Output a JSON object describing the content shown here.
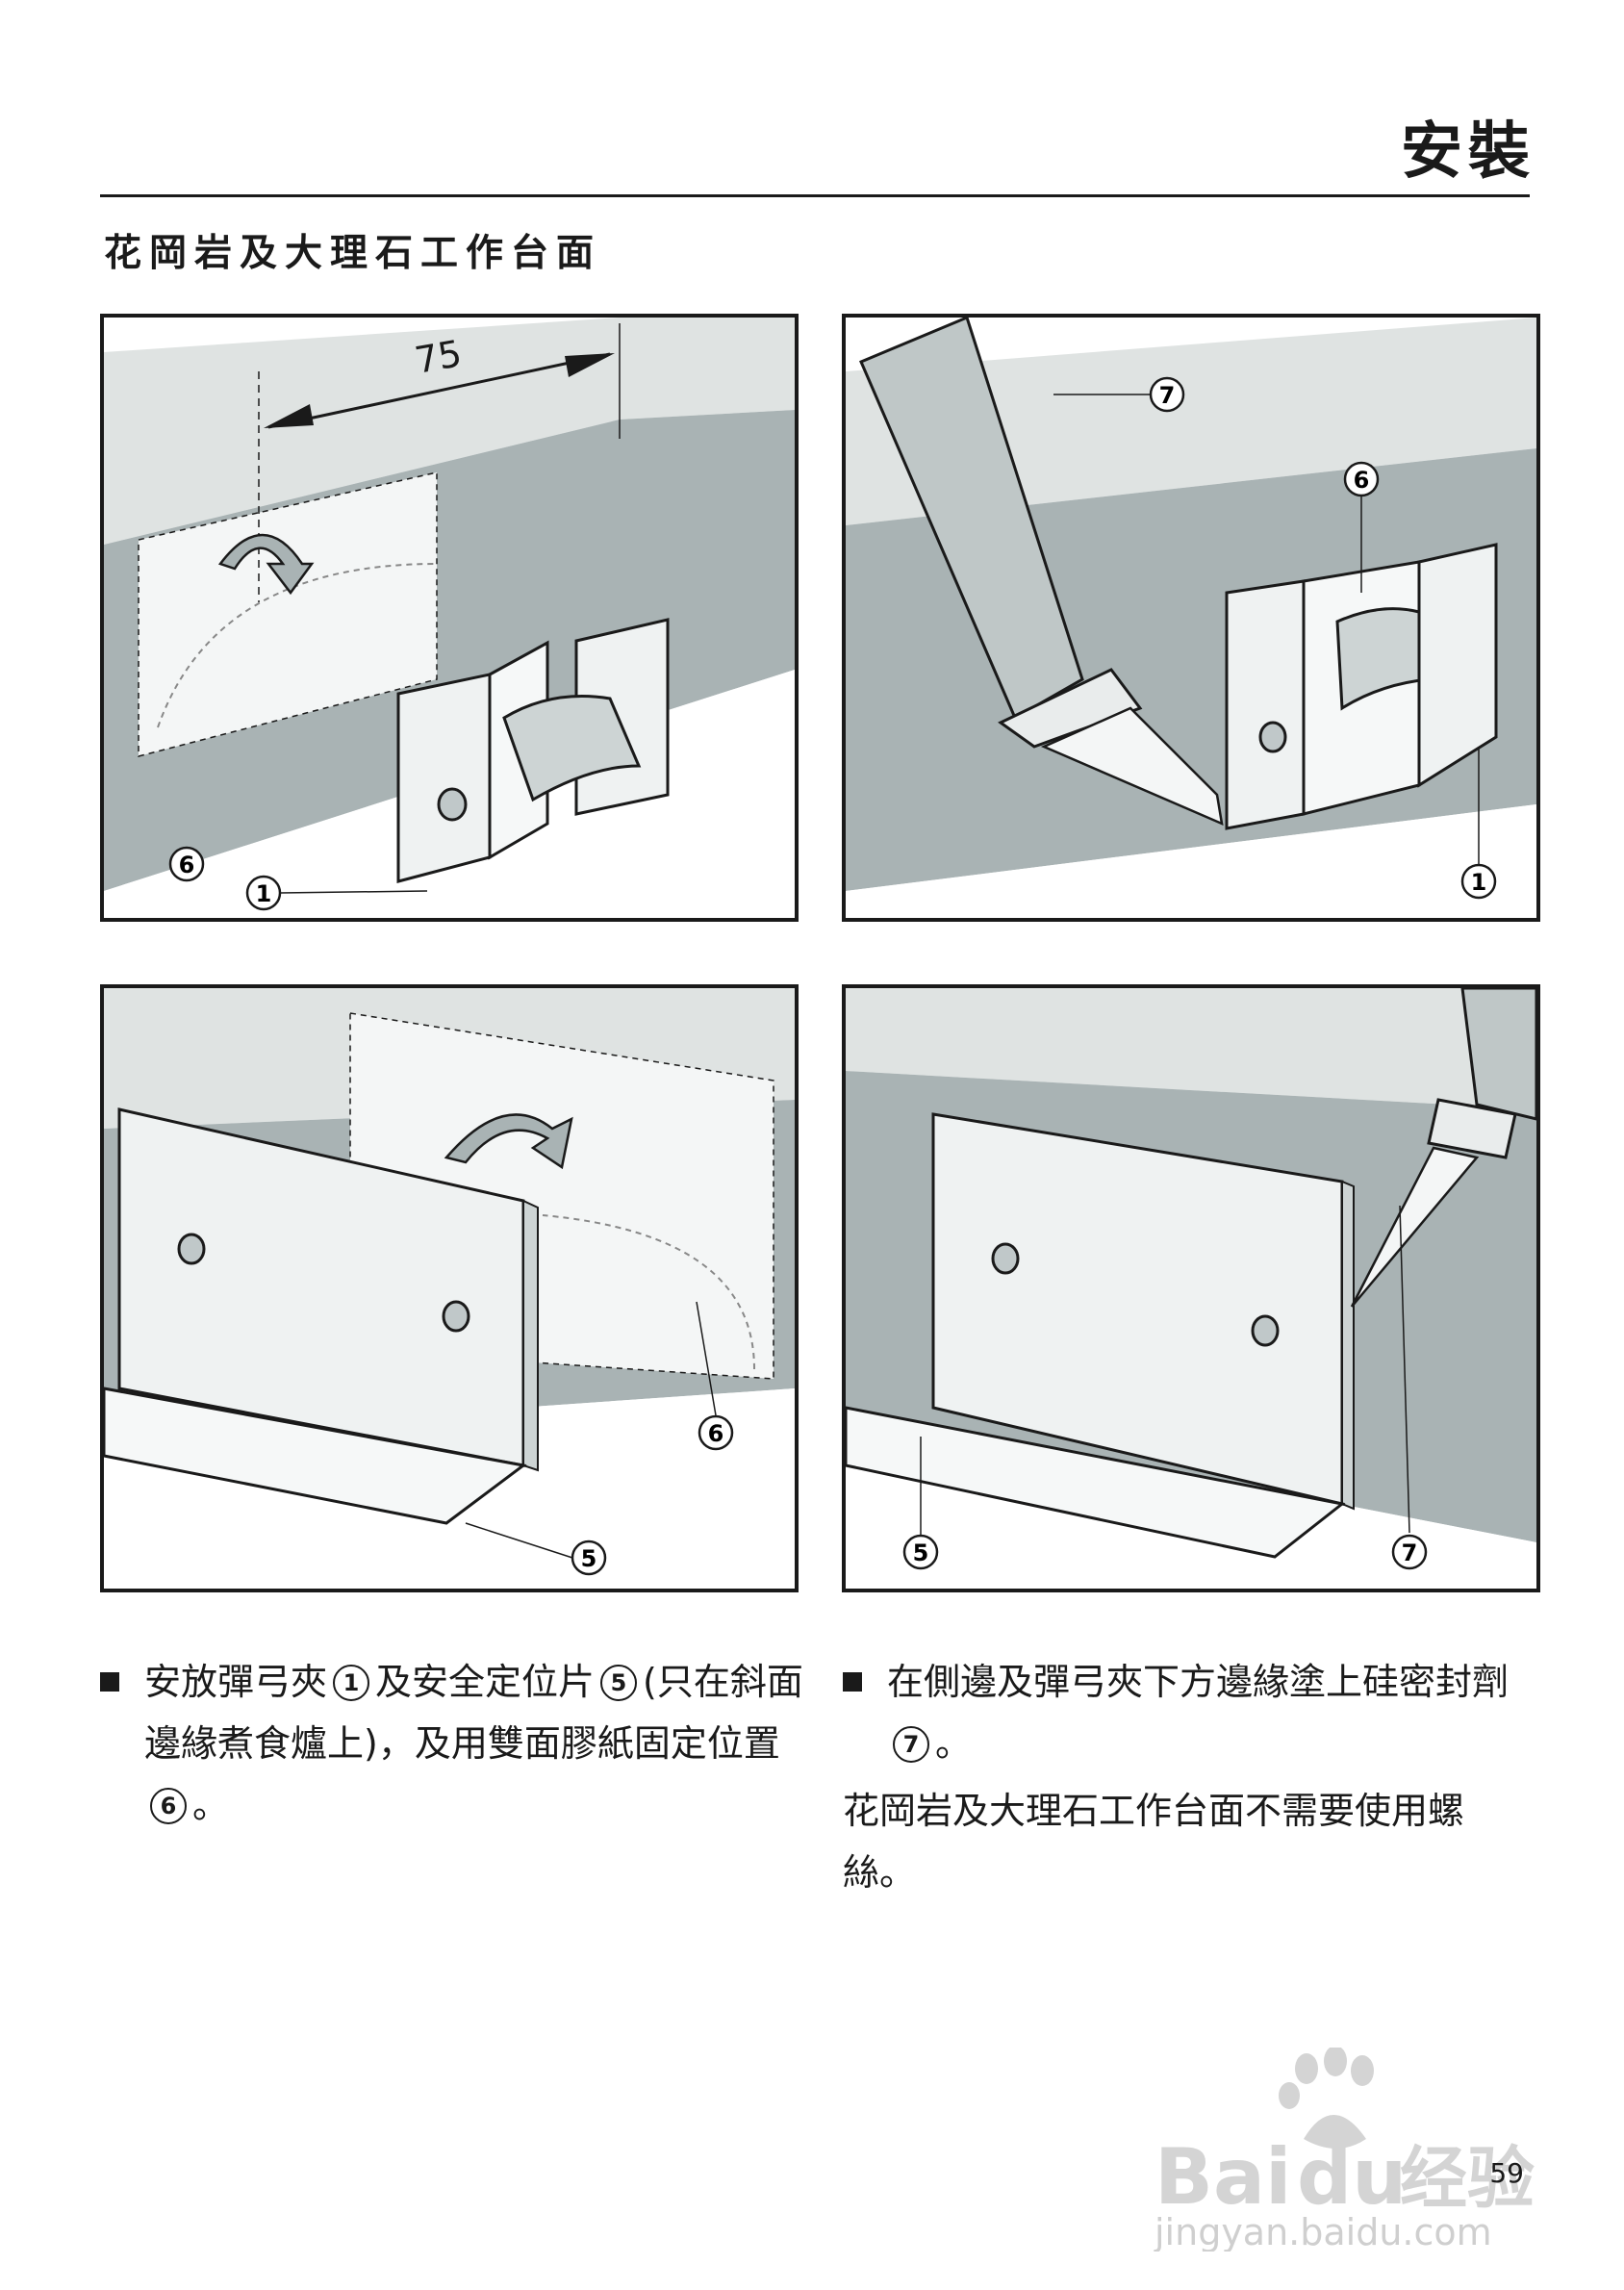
{
  "header": {
    "section_title": "安裝"
  },
  "subheading": "花岡岩及大理石工作台面",
  "figures": {
    "dimension_label": "75",
    "callouts": [
      "1",
      "5",
      "6",
      "7"
    ]
  },
  "instructions": {
    "left_bullet": {
      "part1": "安放彈弓夾",
      "ref1": "1",
      "part2": "及安全定位片",
      "ref2": "5",
      "part3": "(只在斜面邊緣煮食爐上)，及用雙面膠紙固定位置",
      "ref3": "6",
      "part4": "。"
    },
    "right_bullet": {
      "part1": "在側邊及彈弓夾下方邊緣塗上硅密封劑",
      "ref1": "7",
      "part2": "。"
    },
    "note": "花岡岩及大理石工作台面不需要使用螺絲。"
  },
  "footer": {
    "page_number": "59"
  },
  "watermark": {
    "brand": "Bai",
    "brand2": "du",
    "cn": "经验",
    "url": "jingyan.baidu.com"
  },
  "colors": {
    "wall_light": "#d7dcdb",
    "wall_dark": "#a7b1b2",
    "floor": "#c8cfcf",
    "ink": "#1a1a1a"
  }
}
